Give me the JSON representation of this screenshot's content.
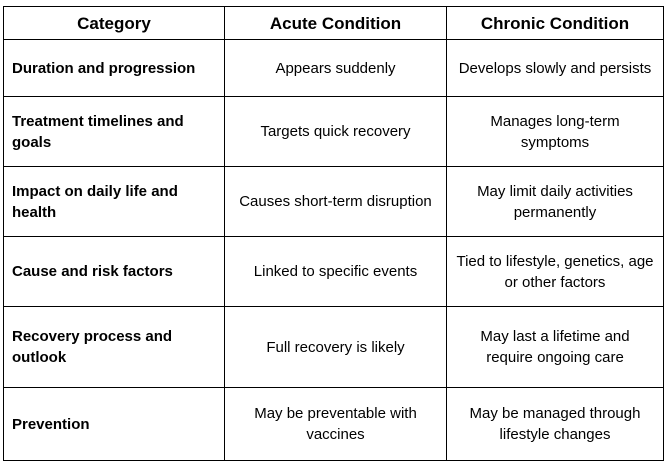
{
  "table": {
    "headers": [
      "Category",
      "Acute Condition",
      "Chronic Condition"
    ],
    "rows": [
      {
        "category": "Duration and progression",
        "acute": "Appears suddenly",
        "chronic": "Develops slowly and persists"
      },
      {
        "category": "Treatment timelines and goals",
        "acute": "Targets quick recovery",
        "chronic": "Manages long-term symptoms"
      },
      {
        "category": "Impact on daily life and health",
        "acute": "Causes short-term disruption",
        "chronic": "May limit daily activities permanently"
      },
      {
        "category": "Cause and risk factors",
        "acute": "Linked to specific events",
        "chronic": "Tied to lifestyle, genetics, age or other factors"
      },
      {
        "category": "Recovery process and outlook",
        "acute": "Full recovery is likely",
        "chronic": "May last a lifetime and require ongoing care"
      },
      {
        "category": "Prevention",
        "acute": "May be preventable with vaccines",
        "chronic": "May be managed through lifestyle changes"
      }
    ]
  }
}
